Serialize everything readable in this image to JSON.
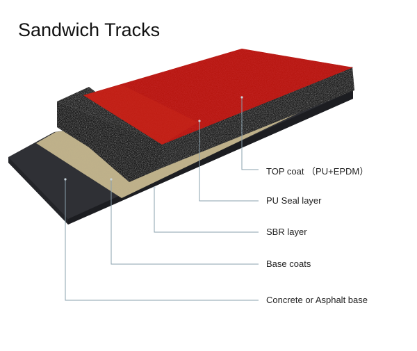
{
  "title": "Sandwich Tracks",
  "layers": [
    {
      "id": "top-coat",
      "label": "TOP coat （PU+EPDM）",
      "color": "#c8180f"
    },
    {
      "id": "pu-seal",
      "label": "PU Seal layer",
      "color": "#8a1010"
    },
    {
      "id": "sbr",
      "label": "SBR layer",
      "color": "#151515"
    },
    {
      "id": "base-coats",
      "label": "Base coats",
      "color": "#bfb18a"
    },
    {
      "id": "concrete",
      "label": "Concrete or Asphalt base",
      "color": "#2f3035"
    }
  ],
  "leader_line_color": "#8aa0ad"
}
